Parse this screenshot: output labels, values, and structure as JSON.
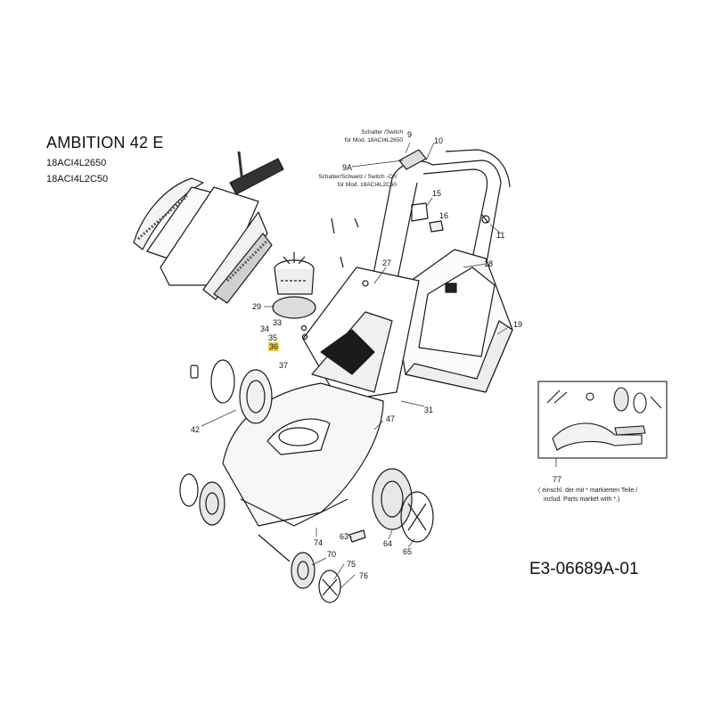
{
  "header": {
    "title": "AMBITION 42 E",
    "models": [
      "18ACI4L2650",
      "18ACI4L2C50"
    ]
  },
  "notes": {
    "switch_9_line1": "Schalter /Switch",
    "switch_9_line2": "für Mod. 18ACI4L2650",
    "switch_9a_line1": "Schalter/Schwelz / Switch -CH",
    "switch_9a_line2": "für Mod. 18ACI4L2C50"
  },
  "callouts": [
    {
      "id": "c9",
      "label": "9"
    },
    {
      "id": "c10",
      "label": "10"
    },
    {
      "id": "c9a",
      "label": "9A"
    },
    {
      "id": "c15",
      "label": "15"
    },
    {
      "id": "c16",
      "label": "16"
    },
    {
      "id": "c11",
      "label": "11"
    },
    {
      "id": "c18",
      "label": "18"
    },
    {
      "id": "c27",
      "label": "27"
    },
    {
      "id": "c19",
      "label": "19"
    },
    {
      "id": "c29",
      "label": "29"
    },
    {
      "id": "c33",
      "label": "33"
    },
    {
      "id": "c34",
      "label": "34"
    },
    {
      "id": "c35",
      "label": "35"
    },
    {
      "id": "c36",
      "label": "36"
    },
    {
      "id": "c37",
      "label": "37"
    },
    {
      "id": "c42",
      "label": "42"
    },
    {
      "id": "c31",
      "label": "31"
    },
    {
      "id": "c47",
      "label": "47"
    },
    {
      "id": "c74",
      "label": "74"
    },
    {
      "id": "c63",
      "label": "63"
    },
    {
      "id": "c64",
      "label": "64"
    },
    {
      "id": "c65",
      "label": "65"
    },
    {
      "id": "c70",
      "label": "70"
    },
    {
      "id": "c75",
      "label": "75"
    },
    {
      "id": "c76",
      "label": "76"
    },
    {
      "id": "c77",
      "label": "77"
    }
  ],
  "inset": {
    "note_line1": "( einschl. der mit * markierten Teile /",
    "note_line2": "includ. Parts market with *.)"
  },
  "footer": {
    "doc_id": "E3-06689A-01"
  }
}
